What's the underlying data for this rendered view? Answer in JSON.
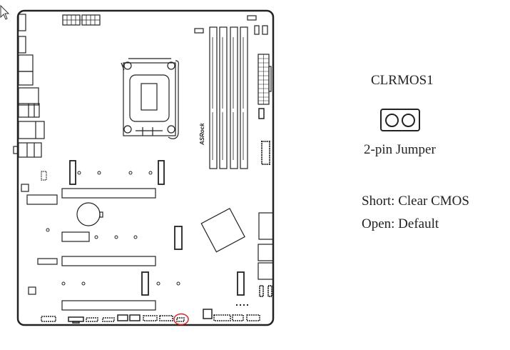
{
  "diagram": {
    "brand_text": "ASRock",
    "highlight_color": "#e02020",
    "highlighted_component": "CLRMOS1"
  },
  "legend": {
    "jumper_name": "CLRMOS1",
    "jumper_type": "2-pin Jumper",
    "short_setting": "Short: Clear CMOS",
    "open_setting": "Open: Default"
  }
}
